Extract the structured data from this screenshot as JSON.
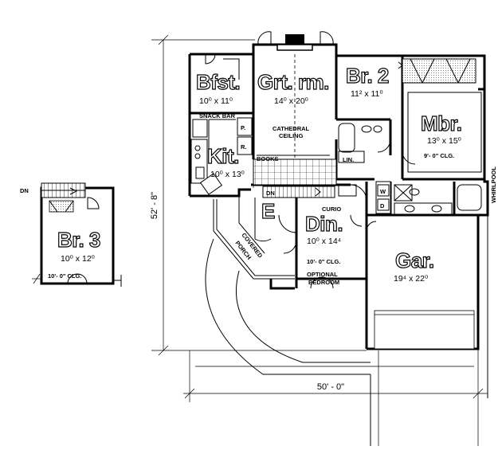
{
  "rooms": {
    "bfst": {
      "name": "Bfst.",
      "dim": "10⁰ x 11⁰"
    },
    "grt": {
      "name": "Grt. rm.",
      "dim": "14⁰ x 20⁰"
    },
    "br2": {
      "name": "Br. 2",
      "dim": "11² x 11⁰"
    },
    "mbr": {
      "name": "Mbr.",
      "dim": "13⁰ x 15⁰"
    },
    "kit": {
      "name": "Kit.",
      "dim": "10⁰ x 13⁰"
    },
    "din": {
      "name": "Din.",
      "dim": "10⁰ x 14⁴"
    },
    "gar": {
      "name": "Gar.",
      "dim": "19⁴ x 22⁰"
    },
    "br3": {
      "name": "Br. 3",
      "dim": "10⁰ x 12⁰"
    },
    "entry": {
      "name": "E"
    }
  },
  "notes": {
    "snack_bar": "SNACK BAR",
    "pantry": "P.",
    "refrigerator": "R.",
    "books": "BOOKS",
    "cathedral_1": "CATHEDRAL",
    "cathedral_2": "CEILING",
    "lin": "LIN.",
    "mbr_clg": "9'- 0\" CLG.",
    "whirlpool": "WHIRLPOOL",
    "dn_main": "DN",
    "dn_br3": "DN",
    "curio": "CURIO",
    "covered_porch_1": "COVERED",
    "covered_porch_2": "PORCH",
    "din_clg": "10'- 0\" CLG.",
    "optional_1": "OPTIONAL",
    "optional_2": "BEDROOM",
    "br3_clg": "10'- 0\" CLG.",
    "washer": "W",
    "dryer": "D"
  },
  "dimensions": {
    "depth": "52' - 8\"",
    "width": "50' - 0\""
  }
}
